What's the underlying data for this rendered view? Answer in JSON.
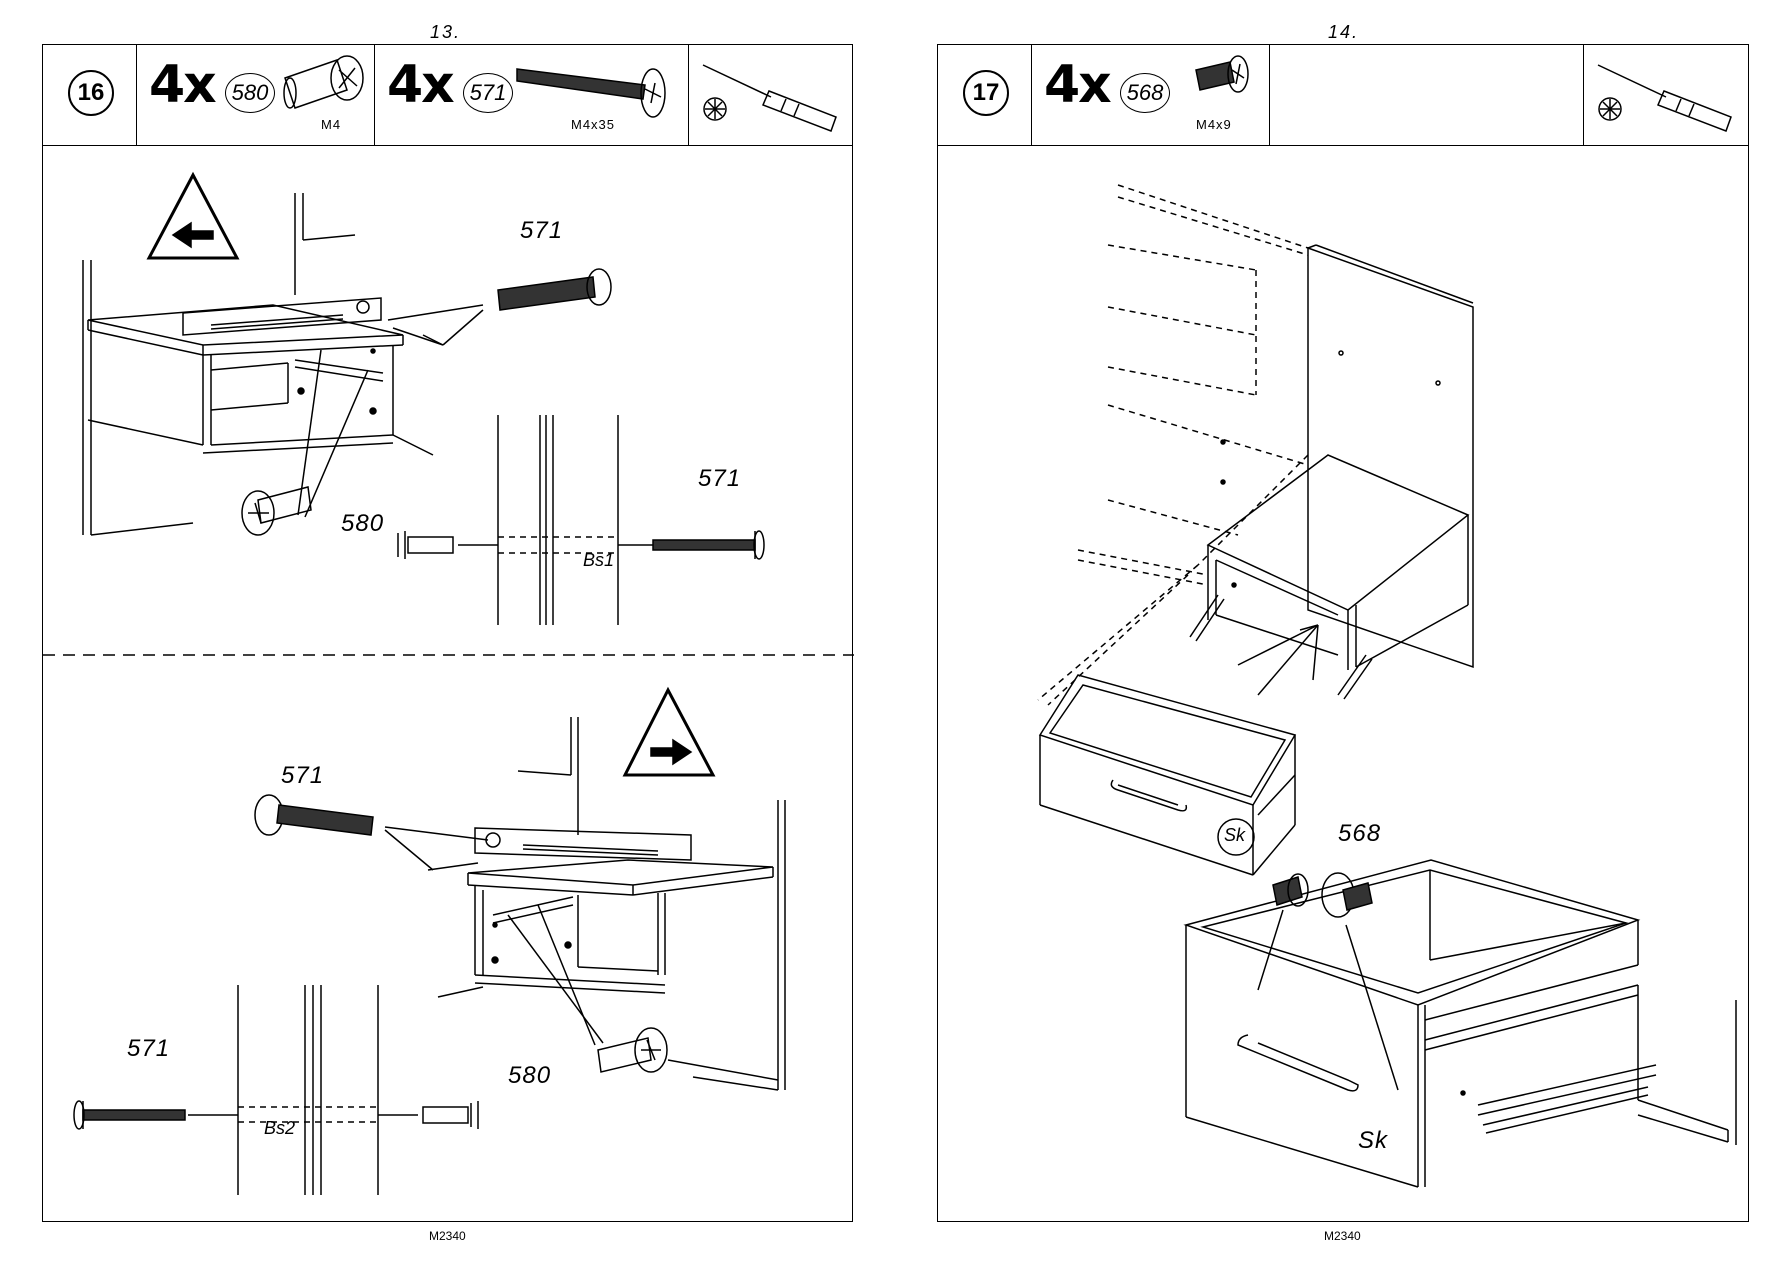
{
  "left_page": {
    "page_number": "13.",
    "footer": "M2340",
    "step": "16",
    "parts": [
      {
        "qty": "4x",
        "part": "580",
        "spec": "M4"
      },
      {
        "qty": "4x",
        "part": "571",
        "spec": "M4x35"
      }
    ],
    "tool_icon": "screwdriver-icon",
    "top_diagram": {
      "screw_label": "571",
      "dowel_label": "580",
      "detail_screw_label": "571",
      "section_label": "Bs1"
    },
    "bottom_diagram": {
      "screw_label": "571",
      "dowel_label": "580",
      "detail_screw_label": "571",
      "section_label": "Bs2"
    }
  },
  "right_page": {
    "page_number": "14.",
    "footer": "M2340",
    "step": "17",
    "parts": [
      {
        "qty": "4x",
        "part": "568",
        "spec": "M4x9"
      }
    ],
    "tool_icon": "screwdriver-icon",
    "top_diagram": {
      "drawer_label": "Sk"
    },
    "bottom_diagram": {
      "screw_label": "568",
      "drawer_label": "Sk"
    }
  }
}
